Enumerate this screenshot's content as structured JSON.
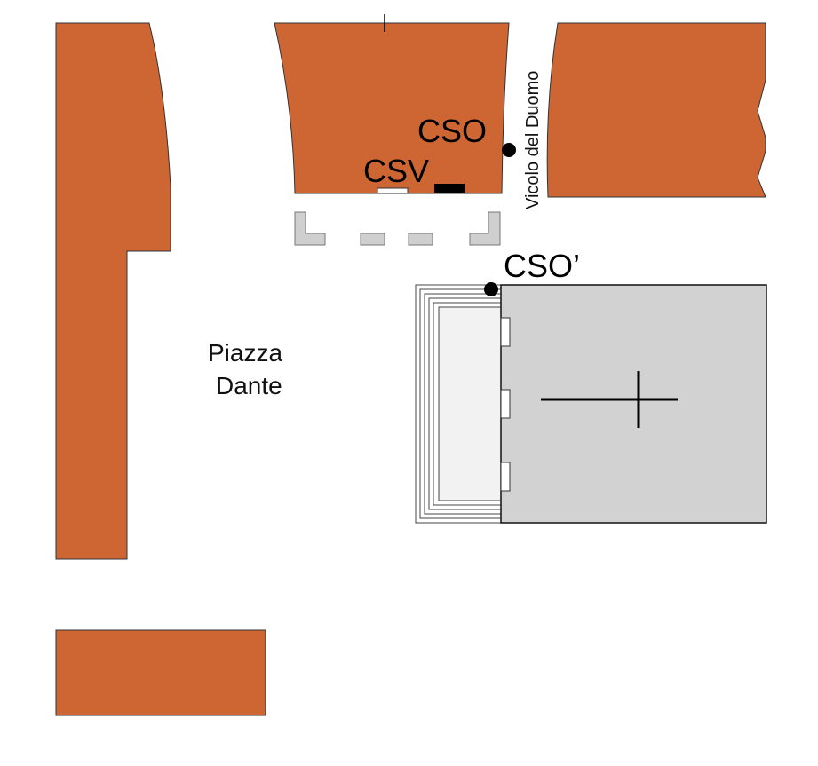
{
  "labels": {
    "square_line1": "Piazza",
    "square_line2": "Dante",
    "alley": "Vicolo del Duomo",
    "point_cso": "CSO",
    "point_csv": "CSV",
    "point_cso_prime": "CSO’"
  },
  "colors": {
    "building": "#cd6633",
    "church": "#d2d2d2",
    "porch": "#f2f2f2",
    "bench": "#cfcfcf",
    "marker": "#000000"
  },
  "icons": {
    "church_symbol": "latin-cross-icon",
    "point_marker": "dot-marker-icon"
  }
}
